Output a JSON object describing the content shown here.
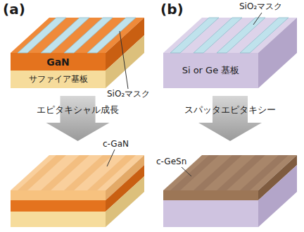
{
  "diagram": {
    "nodes": [
      {
        "text": [
          "GaN"
        ]
      },
      {
        "text": [
          "サファイア基板"
        ]
      },
      {
        "text": [
          "Si or Ge 基板"
        ]
      },
      {
        "text": [
          "エピタキシャル成長"
        ]
      },
      {
        "text": [
          "スパッタエピタキシー"
        ]
      }
    ],
    "labels": [
      "(a)",
      "(b)",
      "SiO₂マスク",
      "SiO₂マスク",
      "c-GaN",
      "c-GeSn"
    ]
  }
}
